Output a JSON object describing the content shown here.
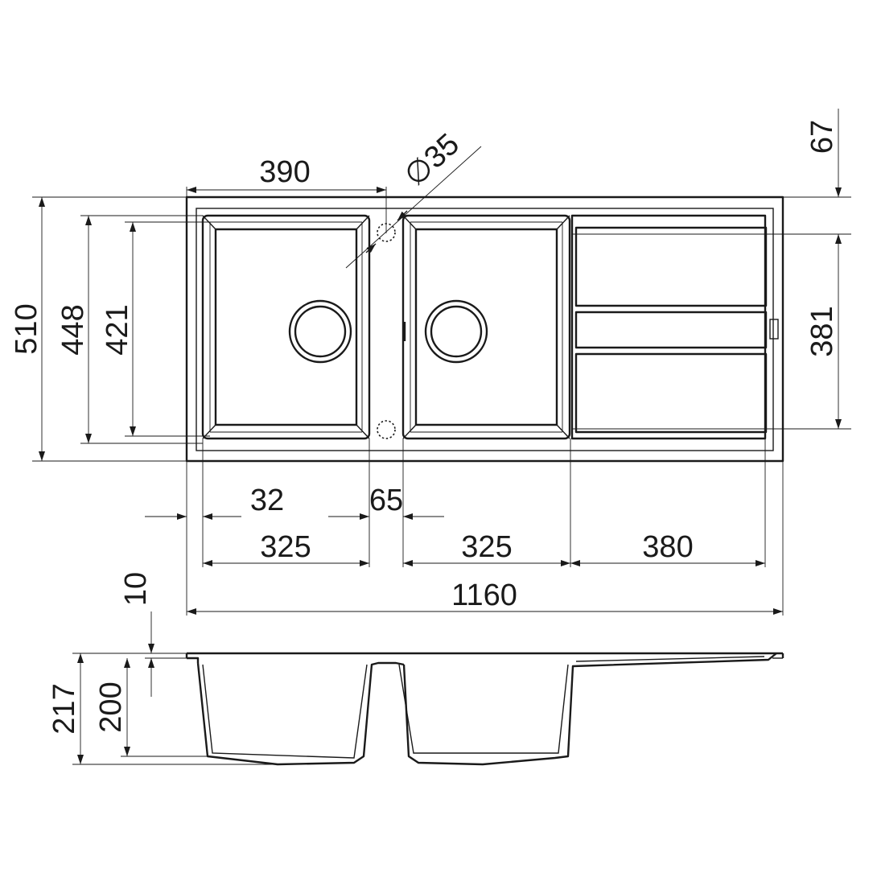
{
  "dimensions": {
    "overall_width": "1160",
    "overall_depth": "510",
    "bowl_depth_outer": "448",
    "bowl_depth_inner": "421",
    "bowl_width_top": "390",
    "tap_hole": "∅35",
    "margin_top": "67",
    "drainer_depth": "381",
    "rim_side": "32",
    "bridge": "65",
    "bowl_left": "325",
    "bowl_right": "325",
    "drainer": "380",
    "rim_thickness": "10",
    "total_height": "217",
    "bowl_height": "200"
  }
}
